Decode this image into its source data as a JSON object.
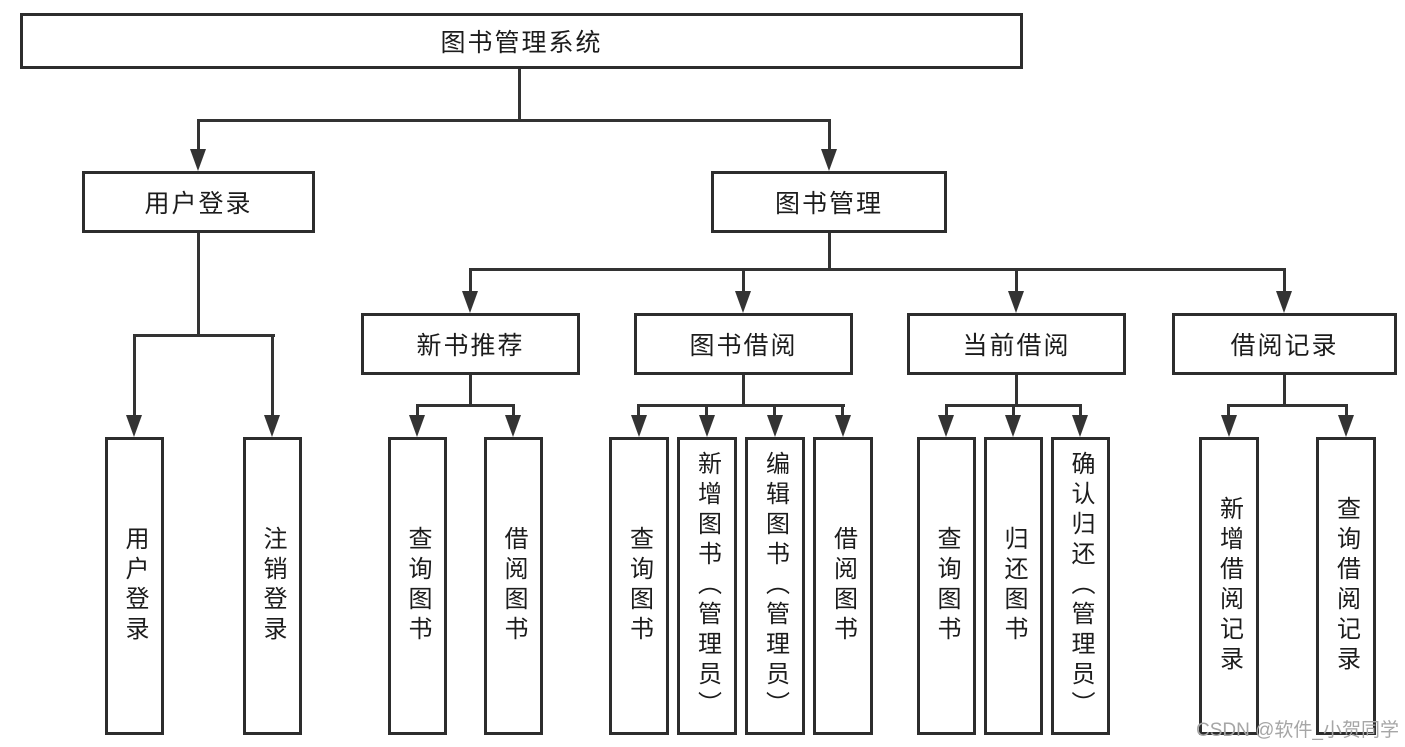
{
  "diagram": {
    "title": "图书管理系统",
    "root": {
      "label": "图书管理系统"
    },
    "level2": [
      {
        "label": "用户登录"
      },
      {
        "label": "图书管理"
      }
    ],
    "level3": [
      {
        "label": "新书推荐"
      },
      {
        "label": "图书借阅"
      },
      {
        "label": "当前借阅"
      },
      {
        "label": "借阅记录"
      }
    ],
    "level4": {
      "user_login": [
        "用户登录",
        "注销登录"
      ],
      "new_book": [
        "查询图书",
        "借阅图书"
      ],
      "book_borrow": [
        "查询图书",
        "新增图书（管理员）",
        "编辑图书（管理员）",
        "借阅图书"
      ],
      "current_borrow": [
        "查询图书",
        "归还图书",
        "确认归还（管理员）"
      ],
      "borrow_record": [
        "新增借阅记录",
        "查询借阅记录"
      ]
    }
  },
  "watermark": {
    "text": "CSDN @软件_小贺同学"
  },
  "colors": {
    "line": "#333333",
    "box_border": "#2d2d2d",
    "text": "#1c1c1c",
    "background": "#ffffff",
    "watermark": "#a6a6a6"
  }
}
